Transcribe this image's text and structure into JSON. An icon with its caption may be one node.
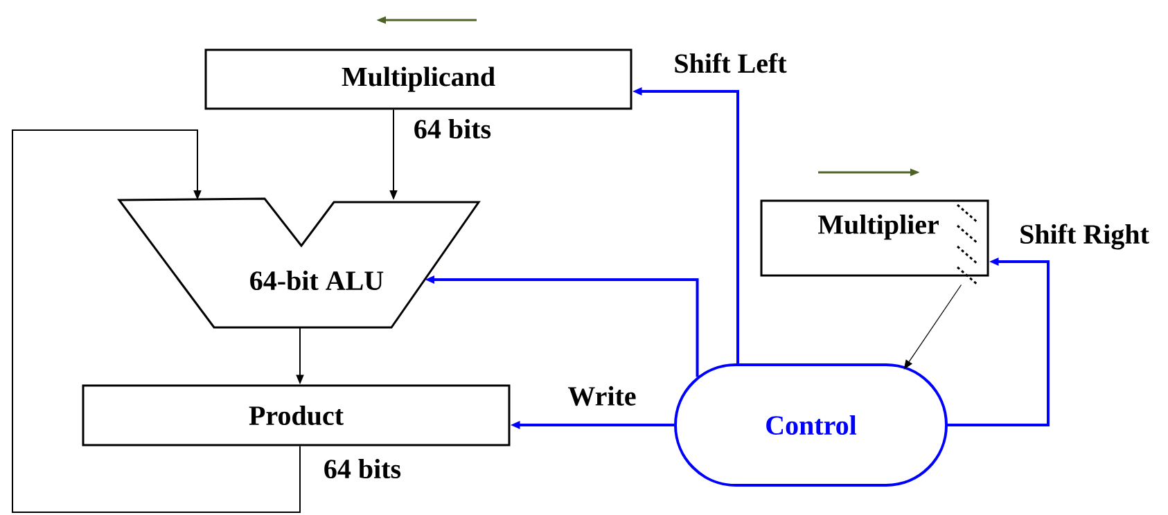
{
  "diagram": {
    "nodes": [
      {
        "text": [
          "Multiplicand"
        ]
      },
      {
        "text": [
          "64-bit ALU"
        ]
      },
      {
        "text": [
          "Multiplier"
        ]
      },
      {
        "text": [
          "Product"
        ]
      },
      {
        "text": [
          "Control"
        ]
      }
    ],
    "edges": [
      {
        "from": 0,
        "to": 1,
        "arrow": "to",
        "label": "64 bits"
      },
      {
        "from": 3,
        "to": 1,
        "arrow": "to",
        "label": "64 bits"
      },
      {
        "from": 1,
        "to": 3,
        "arrow": "to"
      },
      {
        "from": 4,
        "to": 0,
        "arrow": "to",
        "label": "Shift Left",
        "color": "#0000ff"
      },
      {
        "from": 4,
        "to": 1,
        "arrow": "to",
        "color": "#0000ff"
      },
      {
        "from": 4,
        "to": 2,
        "arrow": "to",
        "label": "Shift Right",
        "color": "#0000ff"
      },
      {
        "from": 4,
        "to": 3,
        "arrow": "to",
        "label": "Write",
        "color": "#0000ff"
      },
      {
        "from": 2,
        "to": 4,
        "arrow": "to"
      }
    ]
  }
}
